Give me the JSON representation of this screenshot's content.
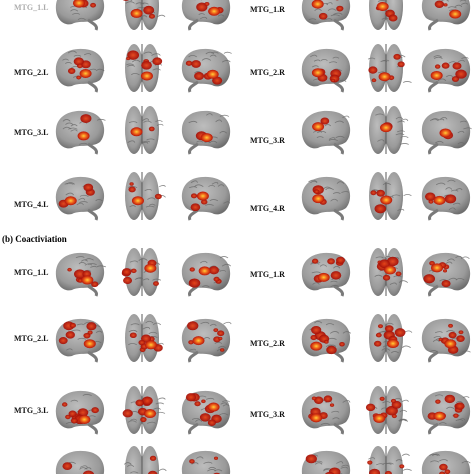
{
  "section_b": {
    "label": "(b) Coactiviation"
  },
  "section_a_rows": [
    {
      "left": "MTG_1.L",
      "right": "MTG_1.R"
    },
    {
      "left": "MTG_2.L",
      "right": "MTG_2.R"
    },
    {
      "left": "MTG_3.L",
      "right": "MTG_3.R"
    },
    {
      "left": "MTG_4.L",
      "right": "MTG_4.R"
    }
  ],
  "section_b_rows": [
    {
      "left": "MTG_1.L",
      "right": "MTG_1.R"
    },
    {
      "left": "MTG_2.L",
      "right": "MTG_2.R"
    },
    {
      "left": "MTG_3.L",
      "right": "MTG_3.R"
    },
    {
      "left": "",
      "right": ""
    }
  ],
  "colors": {
    "cortex": "#9a9a9a",
    "cortex_shade": "#6f6f6f",
    "activation_dark": "#c0160c",
    "activation_mid": "#e8461a",
    "activation_hot": "#ffd23a",
    "label_text": "#111111"
  }
}
